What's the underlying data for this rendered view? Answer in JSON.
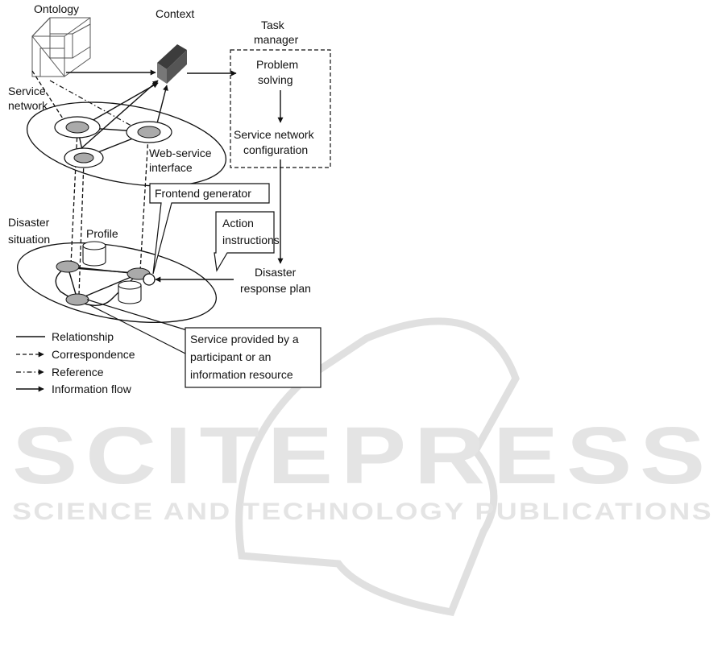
{
  "labels": {
    "ontology": "Ontology",
    "context": "Context",
    "task_manager_1": "Task",
    "task_manager_2": "manager",
    "problem_solving_1": "Problem",
    "problem_solving_2": "solving",
    "service_network_1": "Service",
    "service_network_2": "network",
    "snc_1": "Service network",
    "snc_2": "configuration",
    "wsi_1": "Web-service",
    "wsi_2": "interface",
    "frontend_generator": "Frontend generator",
    "action_1": "Action",
    "action_2": "instructions",
    "disaster_situation_1": "Disaster",
    "disaster_situation_2": "situation",
    "profile": "Profile",
    "drp_1": "Disaster",
    "drp_2": "response plan",
    "service_provided_1": "Service provided by a",
    "service_provided_2": "participant or an",
    "service_provided_3": "information resource"
  },
  "legend": {
    "relationship": "Relationship",
    "correspondence": "Correspondence",
    "reference": "Reference",
    "information_flow": "Information flow"
  },
  "watermark": {
    "title": "SCITEPRESS",
    "subtitle": "SCIENCE AND TECHNOLOGY PUBLICATIONS"
  }
}
